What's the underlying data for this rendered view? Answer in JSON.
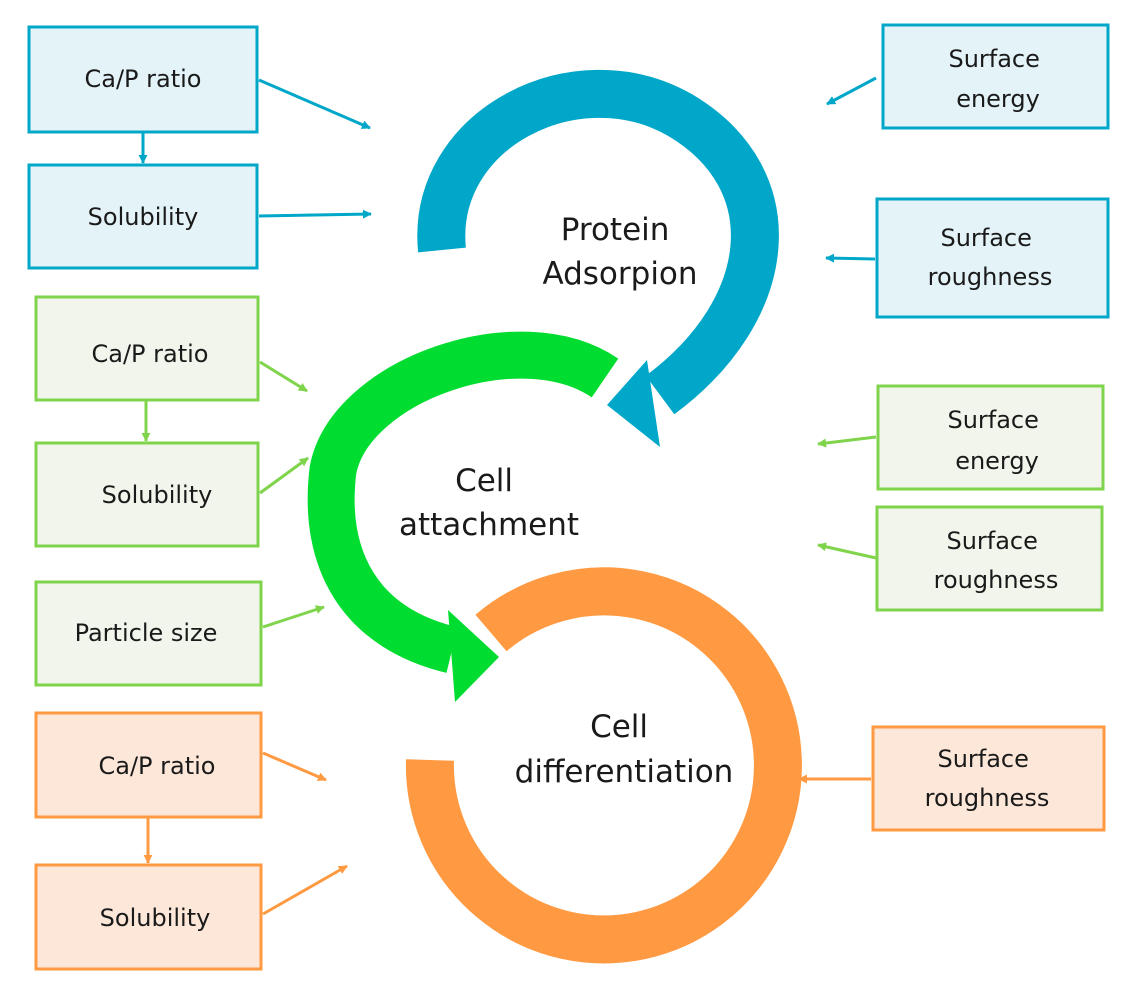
{
  "colors": {
    "blue_stroke": "#00A7C9",
    "blue_fill": "#E3F3F8",
    "green_stroke": "#00DD30",
    "green_box_stroke": "#7FD44C",
    "green_fill": "#F2F5EC",
    "orange_stroke": "#FF9A42",
    "orange_fill": "#FDE7D9"
  },
  "cycles": {
    "protein": {
      "line1": "Protein",
      "line2": "Adsorpion"
    },
    "attachment": {
      "line1": "Cell",
      "line2": "attachment"
    },
    "differentiation": {
      "line1": "Cell",
      "line2": "differentiation"
    }
  },
  "left_boxes": {
    "blue_ca_p": "Ca/P ratio",
    "blue_solubility": "Solubility",
    "green_ca_p": "Ca/P ratio",
    "green_solubility": "Solubility",
    "green_particle": "Particle size",
    "orange_ca_p": "Ca/P ratio",
    "orange_solubility": "Solubility"
  },
  "right_boxes": {
    "blue_energy": {
      "line1": "Surface",
      "line2": "energy"
    },
    "blue_roughness": {
      "line1": "Surface",
      "line2": "roughness"
    },
    "green_energy": {
      "line1": "Surface",
      "line2": "energy"
    },
    "green_roughness": {
      "line1": "Surface",
      "line2": "roughness"
    },
    "orange_roughness": {
      "line1": "Surface",
      "line2": "roughness"
    }
  }
}
